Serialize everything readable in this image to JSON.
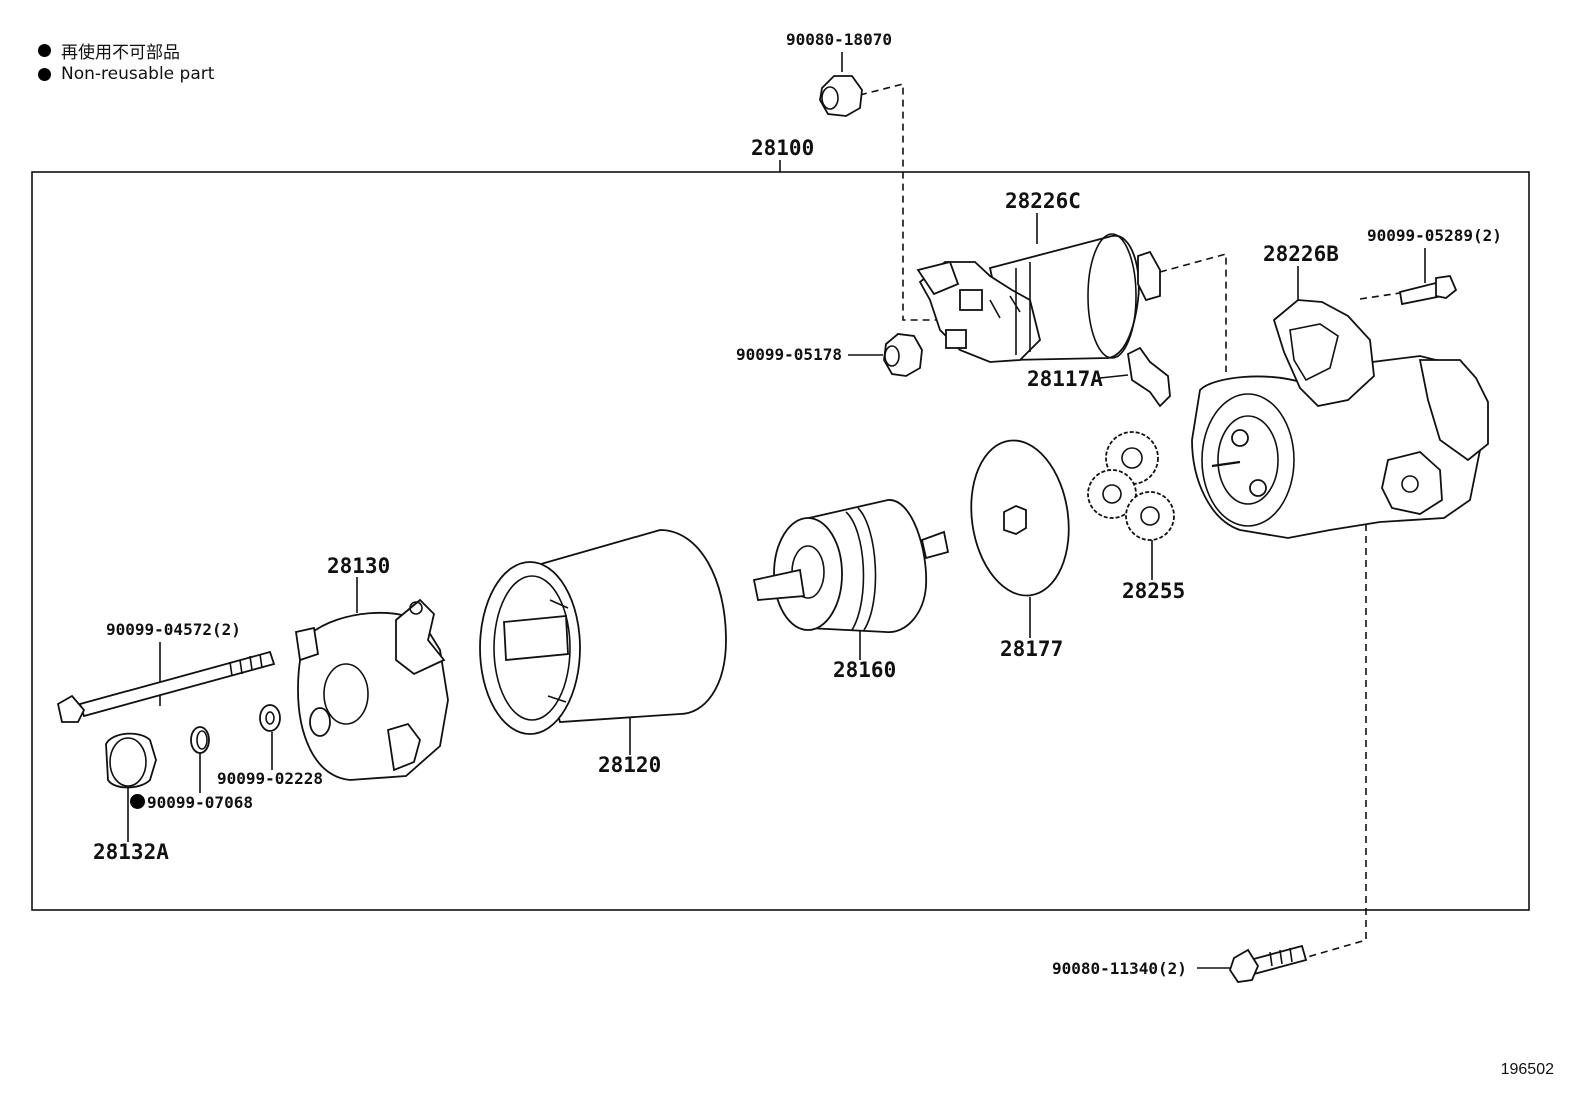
{
  "legend": {
    "jp": "再使用不可部品",
    "en": "Non-reusable part"
  },
  "figure_number": "196502",
  "labels": {
    "l_90080_18070": "90080-18070",
    "l_28100": "28100",
    "l_28226C": "28226C",
    "l_90099_05289": "90099-05289(2)",
    "l_28226B": "28226B",
    "l_90099_05178": "90099-05178",
    "l_28117A": "28117A",
    "l_28130": "28130",
    "l_90099_04572": "90099-04572(2)",
    "l_90099_02228": "90099-02228",
    "l_90099_07068": "90099-07068",
    "l_28132A": "28132A",
    "l_28120": "28120",
    "l_28160": "28160",
    "l_28177": "28177",
    "l_28255": "28255",
    "l_90080_11340": "90080-11340(2)"
  },
  "non_reusable_parts": [
    "90099-07068"
  ]
}
